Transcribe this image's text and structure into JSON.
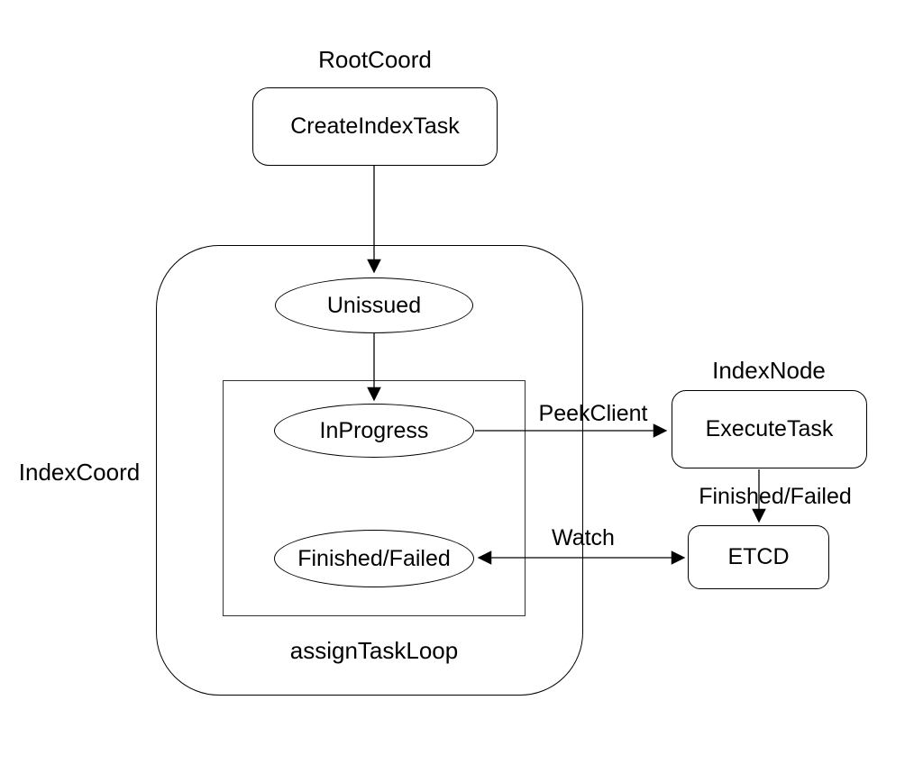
{
  "diagram": {
    "groups": {
      "root_coord": "RootCoord",
      "index_coord": "IndexCoord",
      "index_node": "IndexNode",
      "assign_task_loop": "assignTaskLoop"
    },
    "nodes": {
      "create_index_task": "CreateIndexTask",
      "unissued": "Unissued",
      "in_progress": "InProgress",
      "finished_failed": "Finished/Failed",
      "execute_task": "ExecuteTask",
      "etcd": "ETCD"
    },
    "edge_labels": {
      "peek_client": "PeekClient",
      "finished_failed": "Finished/Failed",
      "watch": "Watch"
    },
    "colors": {
      "stroke": "#000000",
      "background": "#ffffff",
      "text": "#000000"
    }
  }
}
